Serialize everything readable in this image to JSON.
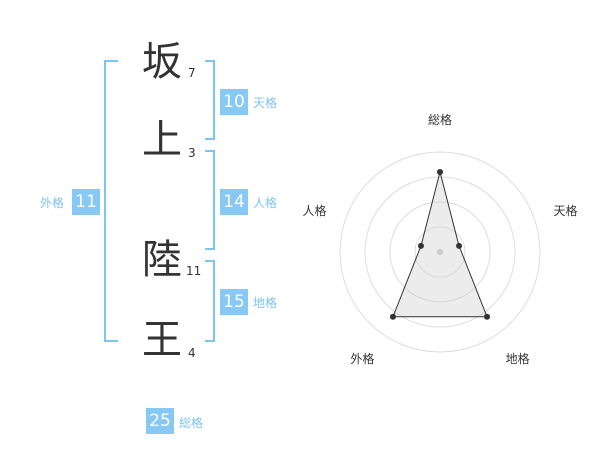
{
  "name": {
    "chars": [
      {
        "char": "坂",
        "strokes": "7"
      },
      {
        "char": "上",
        "strokes": "3"
      },
      {
        "char": "陸",
        "strokes": "11"
      },
      {
        "char": "王",
        "strokes": "4"
      }
    ]
  },
  "kaku": {
    "ten": {
      "value": "10",
      "label": "天格"
    },
    "jin": {
      "value": "14",
      "label": "人格"
    },
    "chi": {
      "value": "15",
      "label": "地格"
    },
    "gai": {
      "value": "11",
      "label": "外格"
    },
    "sou": {
      "value": "25",
      "label": "総格"
    }
  },
  "colors": {
    "accent": "#87c8f4",
    "bracket": "#7ec4f0",
    "text": "#333333",
    "grid": "#dddddd"
  },
  "chart_data": {
    "type": "radar",
    "axes": [
      "総格",
      "天格",
      "地格",
      "外格",
      "人格"
    ],
    "rings": 4,
    "values": [
      4,
      1,
      4,
      4,
      1
    ],
    "max": 5
  }
}
